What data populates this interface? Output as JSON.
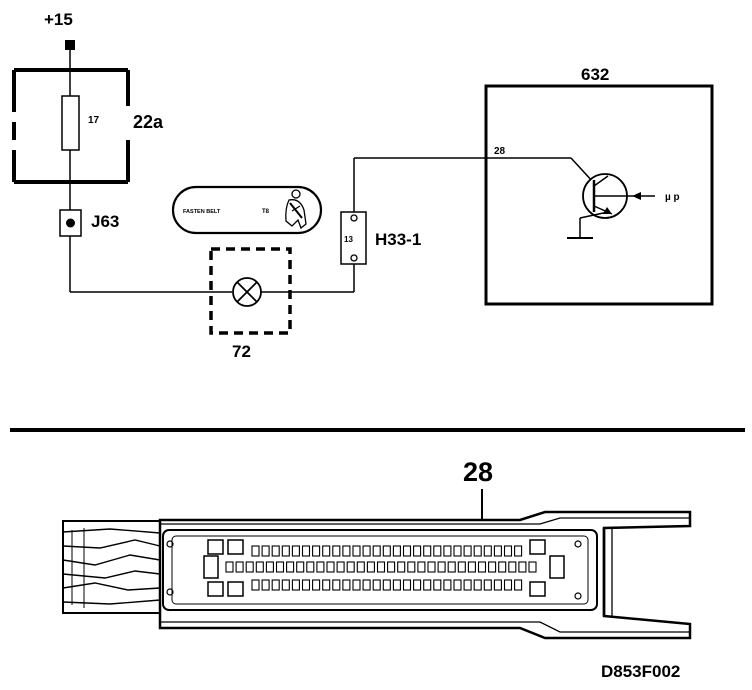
{
  "supply": {
    "label": "+15"
  },
  "fuse_box": {
    "id": "22a",
    "fuse_number": "17"
  },
  "connector_j63": {
    "label": "J63"
  },
  "warning_lamp": {
    "id": "72"
  },
  "seat_belt_symbol": {
    "text": "FASTEN BELT",
    "code": "T8"
  },
  "connector_h33": {
    "label": "H33-1",
    "pin": "13"
  },
  "control_module": {
    "id": "632",
    "pin": "28",
    "signal": "µ p"
  },
  "connector_view": {
    "pin_callout": "28"
  },
  "figure_code": "D853F002",
  "colors": {
    "ink": "#000000",
    "background": "#ffffff"
  }
}
